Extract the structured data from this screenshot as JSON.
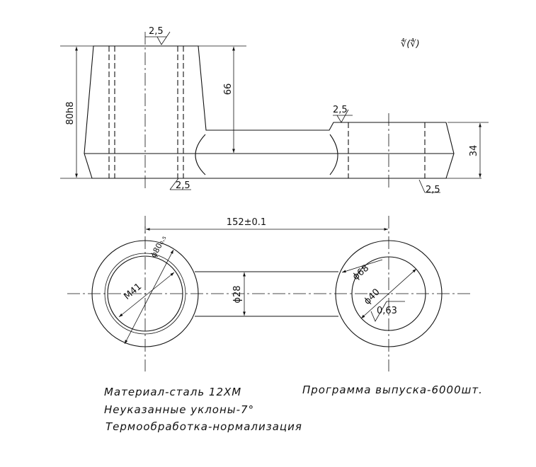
{
  "dimensions": {
    "roughness_top": "2,5",
    "roughness_boss": "2,5",
    "roughness_bottom_left": "2,5",
    "roughness_bottom_right": "2,5",
    "roughness_general": "∜(∜)",
    "height_total": "80h8",
    "height_left_inner": "66",
    "height_right_boss": "34",
    "center_distance": "152±0.1",
    "web_diameter": "ϕ28",
    "left_outer_diameter": "ϕ80₀.₅",
    "left_thread": "M41",
    "right_outer_diameter": "ϕ68",
    "right_bore_diameter": "ϕ40",
    "right_bore_roughness": "0,63"
  },
  "notes": {
    "material": "Материал-сталь 12ХМ",
    "slopes": "Неуказанные уклоны-7°",
    "heat_treatment": "Термообработка-нормализация",
    "program": "Программа выпуска-6000шт."
  }
}
